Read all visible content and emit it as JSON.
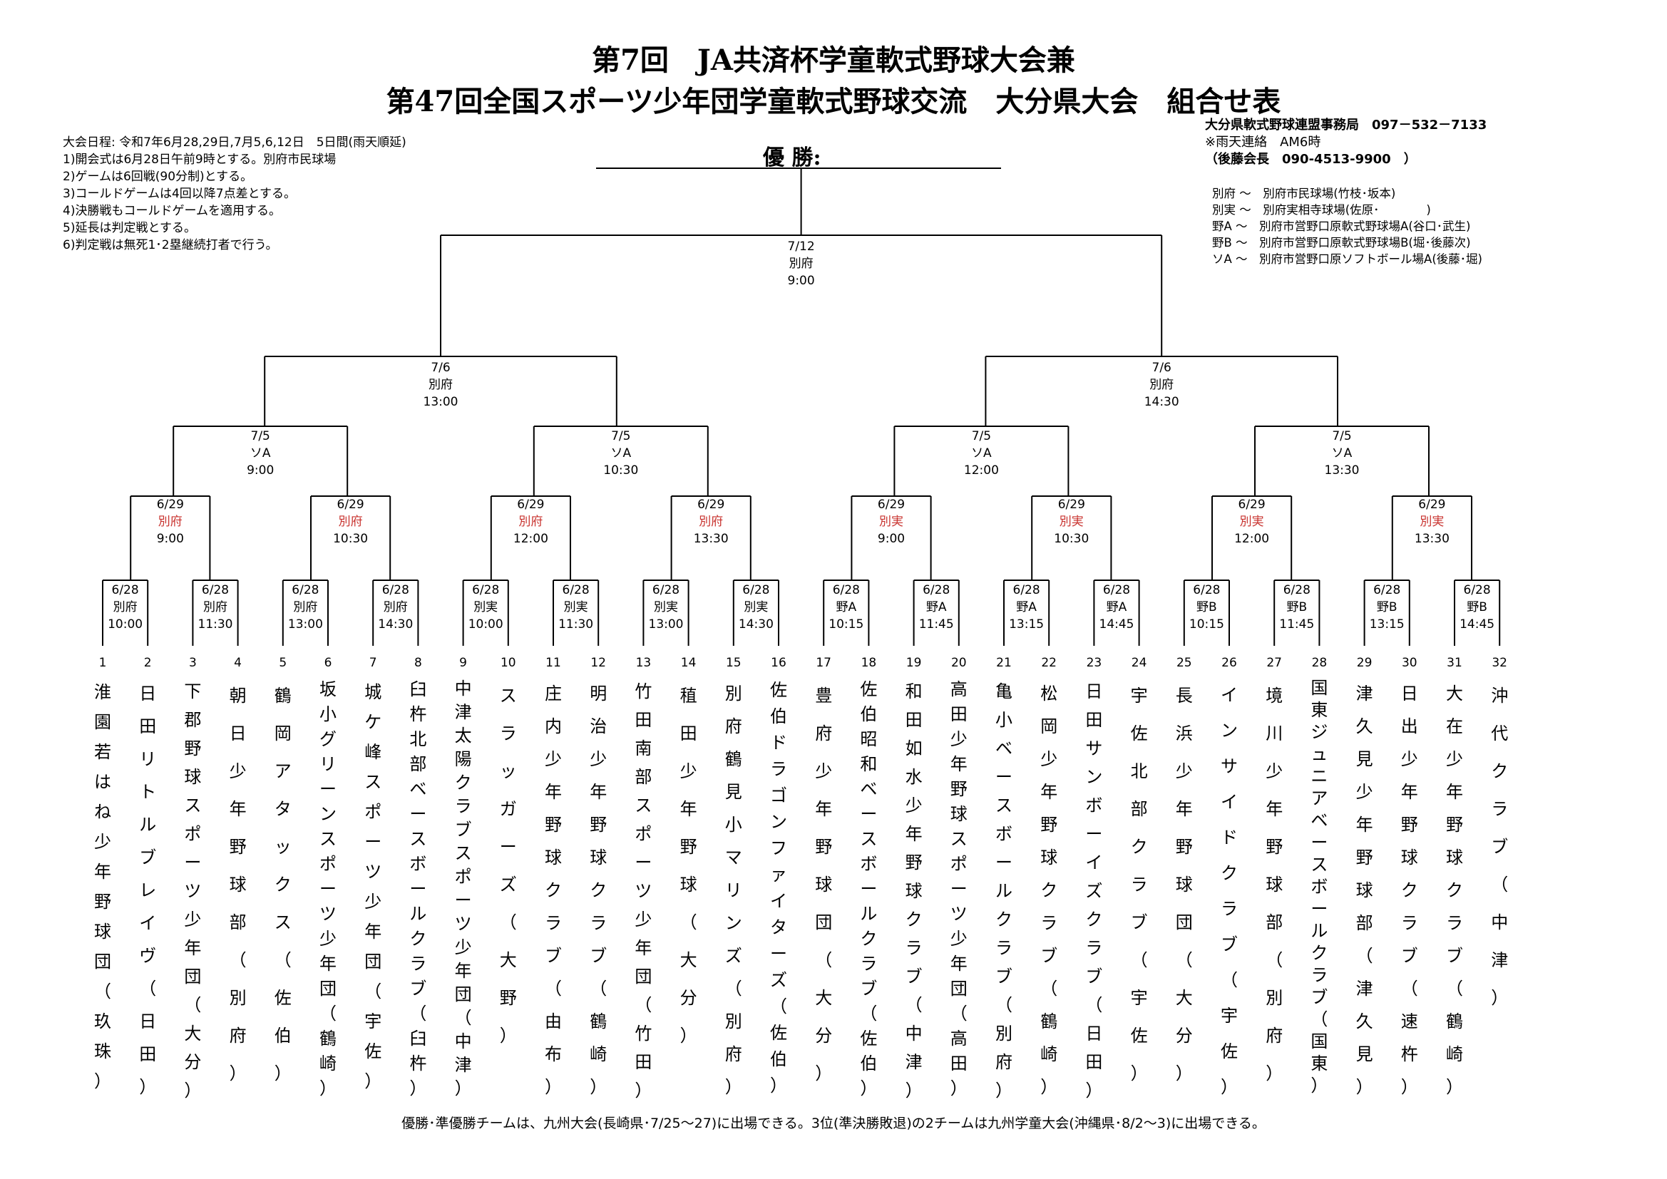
{
  "title": {
    "line1": "第7回　JA共済杯学童軟式野球大会兼",
    "line2": "第47回全国スポーツ少年団学童軟式野球交流　大分県大会　組合せ表"
  },
  "rules": [
    "大会日程: 令和7年6月28,29日,7月5,6,12日　5日間(雨天順延)",
    "1)開会式は6月28日午前9時とする。別府市民球場",
    "2)ゲームは6回戦(90分制)とする。",
    "3)コールドゲームは4回以降7点差とする。",
    "4)決勝戦もコールドゲームを適用する。",
    "5)延長は判定戦とする。",
    "6)判定戦は無死1･2塁継続打者で行う。"
  ],
  "contact": {
    "office": "大分県軟式野球連盟事務局　097－532－7133",
    "rain": "※雨天連絡　AM6時",
    "person": "（後藤会長　090-4513-9900　）"
  },
  "venues": [
    "別府 ～　別府市民球場(竹枝･坂本)",
    "別実 ～　別府実相寺球場(佐原･　　　　)",
    "野A ～　別府市営野口原軟式野球場A(谷口･武生)",
    "野B ～　別府市営野口原軟式野球場B(堀･後藤次)",
    "ソA ～　別府市営野口原ソフトボール場A(後藤･堀)"
  ],
  "champion_label": "優 勝:",
  "final": {
    "date": "7/12",
    "venue": "別府",
    "time": "9:00"
  },
  "semis": [
    {
      "date": "7/6",
      "venue": "別府",
      "time": "13:00"
    },
    {
      "date": "7/6",
      "venue": "別府",
      "time": "14:30"
    }
  ],
  "quarters": [
    {
      "date": "7/5",
      "venue": "ソA",
      "time": "9:00"
    },
    {
      "date": "7/5",
      "venue": "ソA",
      "time": "10:30"
    },
    {
      "date": "7/5",
      "venue": "ソA",
      "time": "12:00"
    },
    {
      "date": "7/5",
      "venue": "ソA",
      "time": "13:30"
    }
  ],
  "round2": [
    {
      "date": "6/29",
      "venue": "別府",
      "time": "9:00"
    },
    {
      "date": "6/29",
      "venue": "別府",
      "time": "10:30"
    },
    {
      "date": "6/29",
      "venue": "別府",
      "time": "12:00"
    },
    {
      "date": "6/29",
      "venue": "別府",
      "time": "13:30"
    },
    {
      "date": "6/29",
      "venue": "別実",
      "time": "9:00"
    },
    {
      "date": "6/29",
      "venue": "別実",
      "time": "10:30"
    },
    {
      "date": "6/29",
      "venue": "別実",
      "time": "12:00"
    },
    {
      "date": "6/29",
      "venue": "別実",
      "time": "13:30"
    }
  ],
  "round1": [
    {
      "date": "6/28",
      "venue": "別府",
      "time": "10:00"
    },
    {
      "date": "6/28",
      "venue": "別府",
      "time": "11:30"
    },
    {
      "date": "6/28",
      "venue": "別府",
      "time": "13:00"
    },
    {
      "date": "6/28",
      "venue": "別府",
      "time": "14:30"
    },
    {
      "date": "6/28",
      "venue": "別実",
      "time": "10:00"
    },
    {
      "date": "6/28",
      "venue": "別実",
      "time": "11:30"
    },
    {
      "date": "6/28",
      "venue": "別実",
      "time": "13:00"
    },
    {
      "date": "6/28",
      "venue": "別実",
      "time": "14:30"
    },
    {
      "date": "6/28",
      "venue": "野A",
      "time": "10:15"
    },
    {
      "date": "6/28",
      "venue": "野A",
      "time": "11:45"
    },
    {
      "date": "6/28",
      "venue": "野A",
      "time": "13:15"
    },
    {
      "date": "6/28",
      "venue": "野A",
      "time": "14:45"
    },
    {
      "date": "6/28",
      "venue": "野B",
      "time": "10:15"
    },
    {
      "date": "6/28",
      "venue": "野B",
      "time": "11:45"
    },
    {
      "date": "6/28",
      "venue": "野B",
      "time": "13:15"
    },
    {
      "date": "6/28",
      "venue": "野B",
      "time": "14:45"
    }
  ],
  "teams": [
    {
      "no": "1",
      "name": "淮園若はね少年野球団（玖珠）"
    },
    {
      "no": "2",
      "name": "日田リトルブレイヴ（日田）"
    },
    {
      "no": "3",
      "name": "下郡野球スポーツ少年団（大分）"
    },
    {
      "no": "4",
      "name": "朝日少年野球部（別府）"
    },
    {
      "no": "5",
      "name": "鶴岡アタックス（佐伯）"
    },
    {
      "no": "6",
      "name": "坂小グリーンスポーツ少年団（鶴崎）"
    },
    {
      "no": "7",
      "name": "城ケ峰スポーツ少年団（宇佐）"
    },
    {
      "no": "8",
      "name": "臼杵北部ベースボールクラブ（臼杵）"
    },
    {
      "no": "9",
      "name": "中津太陽クラブスポーツ少年団（中津）"
    },
    {
      "no": "10",
      "name": "スラッガーズ（大野）"
    },
    {
      "no": "11",
      "name": "庄内少年野球クラブ（由布）"
    },
    {
      "no": "12",
      "name": "明治少年野球クラブ（鶴崎）"
    },
    {
      "no": "13",
      "name": "竹田南部スポーツ少年団（竹田）"
    },
    {
      "no": "14",
      "name": "稙田少年野球（大分）"
    },
    {
      "no": "15",
      "name": "別府鶴見小マリンズ（別府）"
    },
    {
      "no": "16",
      "name": "佐伯ドラゴンファイターズ（佐伯）"
    },
    {
      "no": "17",
      "name": "豊府少年野球団（大分）"
    },
    {
      "no": "18",
      "name": "佐伯昭和ベースボールクラブ（佐伯）"
    },
    {
      "no": "19",
      "name": "和田如水少年野球クラブ（中津）"
    },
    {
      "no": "20",
      "name": "高田少年野球スポーツ少年団（高田）"
    },
    {
      "no": "21",
      "name": "亀小ベースボールクラブ（別府）"
    },
    {
      "no": "22",
      "name": "松岡少年野球クラブ（鶴崎）"
    },
    {
      "no": "23",
      "name": "日田サンボーイズクラブ（日田）"
    },
    {
      "no": "24",
      "name": "宇佐北部クラブ（宇佐）"
    },
    {
      "no": "25",
      "name": "長浜少年野球団（大分）"
    },
    {
      "no": "26",
      "name": "インサイドクラブ（宇佐）"
    },
    {
      "no": "27",
      "name": "境川少年野球部（別府）"
    },
    {
      "no": "28",
      "name": "国東ジュニアベースボールクラブ（国東）"
    },
    {
      "no": "29",
      "name": "津久見少年野球部（津久見）"
    },
    {
      "no": "30",
      "name": "日出少年野球クラブ（速杵）"
    },
    {
      "no": "31",
      "name": "大在少年野球クラブ（鶴崎）"
    },
    {
      "no": "32",
      "name": "沖代クラブ（中津）"
    }
  ],
  "footer": "優勝･準優勝チームは、九州大会(長崎県･7/25～27)に出場できる。3位(準決勝敗退)の2チームは九州学童大会(沖縄県･8/2～3)に出場できる。"
}
